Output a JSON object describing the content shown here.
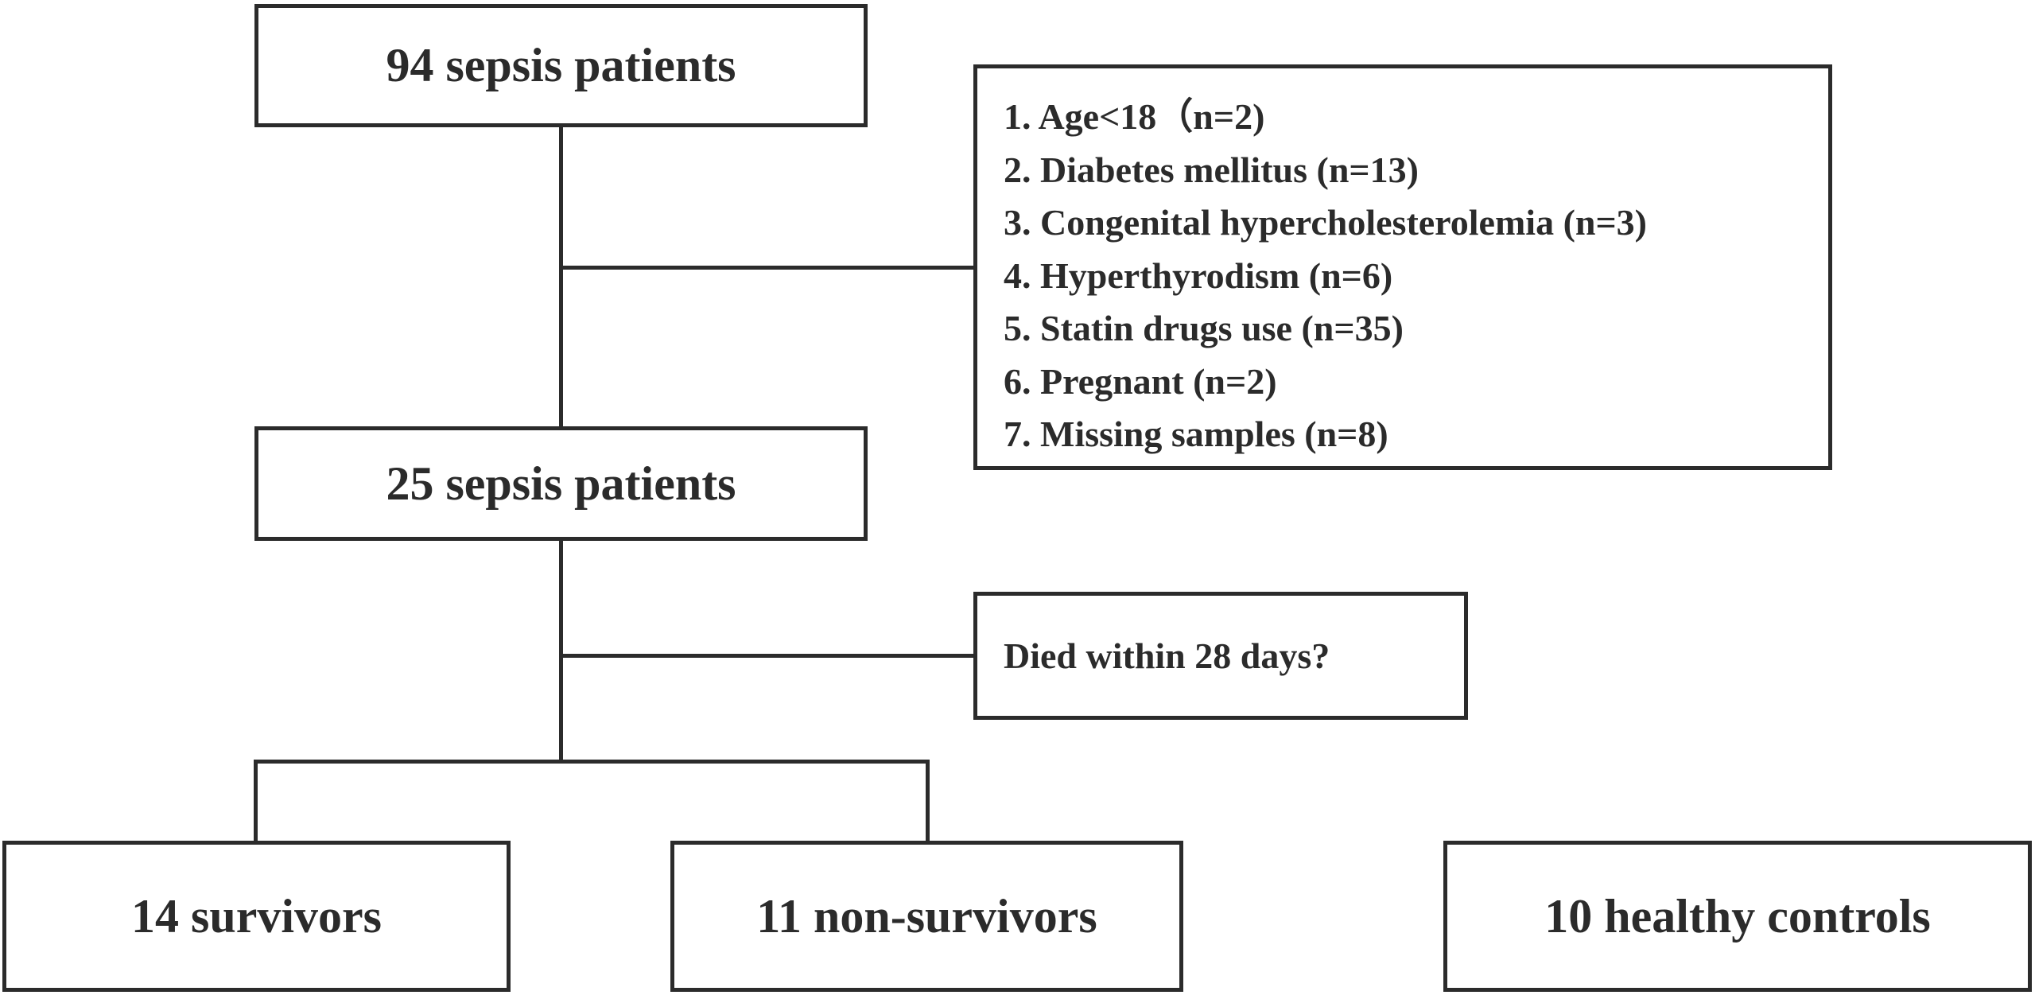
{
  "flowchart": {
    "total": "94 sepsis patients",
    "exclusions": [
      "1. Age<18（n=2)",
      "2. Diabetes mellitus (n=13)",
      "3. Congenital hypercholesterolemia (n=3)",
      "4. Hyperthyrodism (n=6)",
      "5. Statin drugs use (n=35)",
      "6. Pregnant (n=2)",
      "7. Missing samples (n=8)"
    ],
    "included": "25 sepsis patients",
    "question": "Died within 28 days?",
    "survivors": "14 survivors",
    "non_survivors": "11 non-survivors",
    "healthy_controls": "10 healthy controls"
  },
  "colors": {
    "stroke": "#2b2b2b",
    "background": "#ffffff"
  }
}
